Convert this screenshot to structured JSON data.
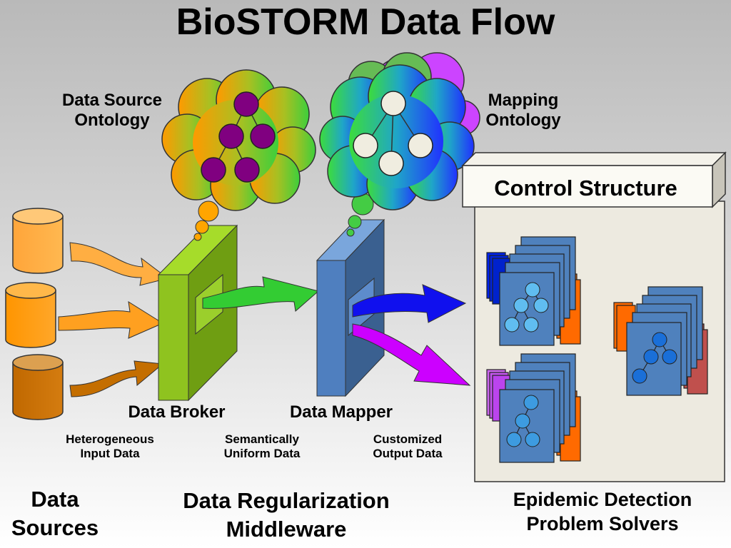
{
  "title": "BioSTORM Data Flow",
  "labels": {
    "data_source_ontology": "Data Source\nOntology",
    "mapping_ontology": "Mapping\nOntology",
    "control_structure": "Control Structure",
    "data_broker": "Data Broker",
    "data_mapper": "Data Mapper",
    "heterogeneous_input": "Heterogeneous\nInput Data",
    "semantically_uniform": "Semantically\nUniform Data",
    "customized_output": "Customized\nOutput Data",
    "data_sources": "Data\nSources",
    "middleware": "Data Regularization\nMiddleware",
    "problem_solvers": "Epidemic Detection\nProblem Solvers"
  },
  "colors": {
    "broker": "#8fc31f",
    "mapper": "#4f7fbf",
    "panel": "#edeae0",
    "node_purple": "#800080",
    "solver_card": "#4f81bd",
    "solver_node": "#3d9be0",
    "orange_cyl": "#ffa500",
    "brown_cyl": "#c66a00"
  }
}
